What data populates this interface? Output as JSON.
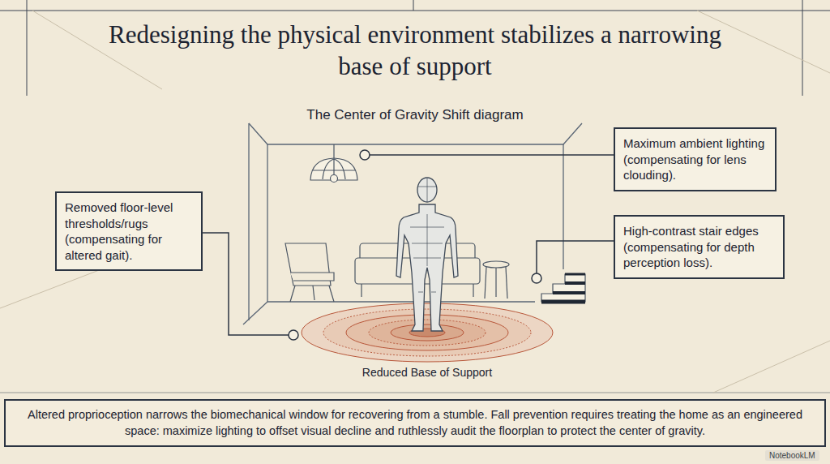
{
  "diagram": {
    "title": "Redesigning the physical environment stabilizes a narrowing base of support",
    "caption": "Altered proprioception narrows the biomechanical window for recovering from a stumble. Fall prevention requires treating the home as an engineered space: maximize lighting to offset visual decline and ruthlessly audit the floorplan to protect the center of gravity.",
    "nodes": [
      {
        "text": [
          "Removed floor-level thresholds/rugs (compensating for altered gait)."
        ]
      },
      {
        "text": [
          "Maximum ambient lighting (compensating for lens clouding)."
        ]
      },
      {
        "text": [
          "High-contrast stair edges (compensating for depth perception loss)."
        ]
      }
    ],
    "labels": [
      "The Center of Gravity Shift diagram",
      "Reduced Base of Support",
      "NotebookLM"
    ]
  }
}
